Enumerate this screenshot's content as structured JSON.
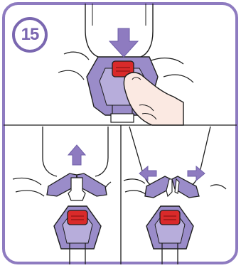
{
  "step": {
    "number": "15"
  },
  "colors": {
    "frame": "#8e7bc0",
    "accent": "#7a67b0",
    "plastic_light": "#b7addb",
    "plastic_mid": "#9a8cc9",
    "plastic_dark": "#6f5fa8",
    "button_red": "#d92a2a",
    "button_dark": "#8f1414",
    "skin": "#fbe9e2",
    "line": "#1e1e1e"
  },
  "panels": [
    {
      "id": "press-release-button",
      "arrow": "down-arrow-icon"
    },
    {
      "id": "pull-chest-clip-up",
      "arrow": "up-arrow-icon"
    },
    {
      "id": "separate-chest-clip",
      "arrow": "left-right-arrows-icon"
    }
  ]
}
